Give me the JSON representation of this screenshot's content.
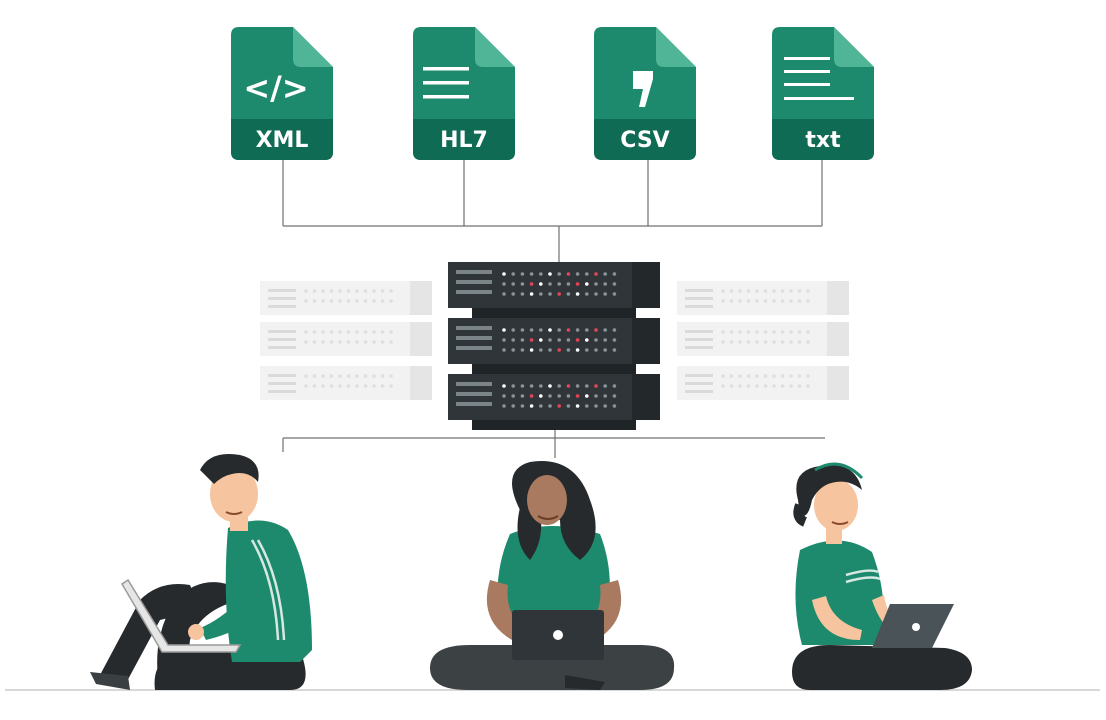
{
  "files": [
    {
      "label": "XML",
      "icon": "code-icon"
    },
    {
      "label": "HL7",
      "icon": "lines-icon"
    },
    {
      "label": "CSV",
      "icon": "comma-icon"
    },
    {
      "label": "txt",
      "icon": "text-lines-icon"
    }
  ],
  "colors": {
    "file_green": "#1e8a6d",
    "file_dark": "#0f6b53",
    "server": "#2f3539",
    "server_light": "#f0f0f0",
    "connector": "#606060",
    "accent_red": "#e64556"
  },
  "people": [
    {
      "name": "person-left",
      "icon": "man-with-laptop-icon"
    },
    {
      "name": "person-center",
      "icon": "woman-with-laptop-icon"
    },
    {
      "name": "person-right",
      "icon": "woman-with-laptop-icon"
    }
  ]
}
